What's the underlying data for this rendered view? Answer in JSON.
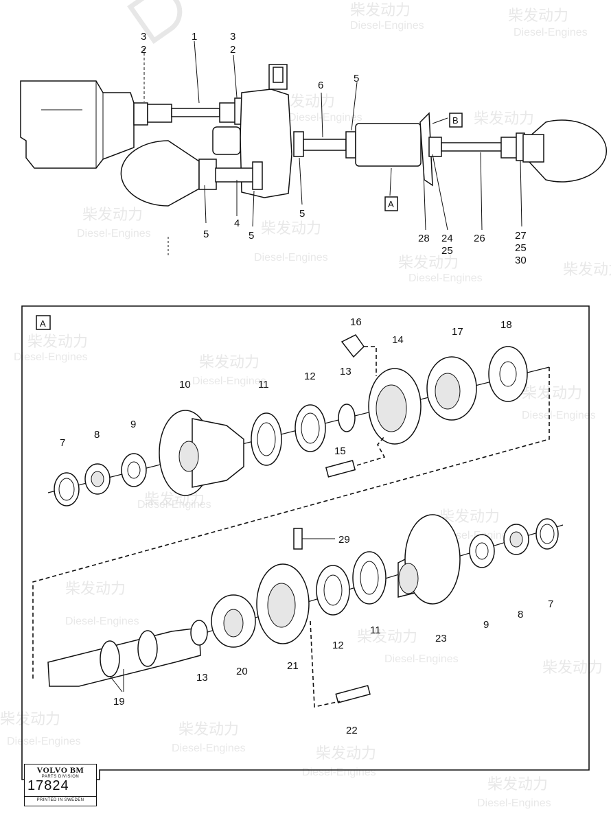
{
  "watermark": {
    "glyph_text": "柴发动力",
    "sub_text": "Diesel-Engines",
    "color": "#d6d6d6"
  },
  "box_labels": {
    "a": "A",
    "b": "B",
    "detail": "A"
  },
  "overview_callouts": [
    "3",
    "2",
    "1",
    "3",
    "2",
    "6",
    "5",
    "5",
    "5",
    "4",
    "5",
    "5",
    "28",
    "24",
    "25",
    "26",
    "27",
    "25",
    "30"
  ],
  "detail_callouts": [
    "7",
    "8",
    "9",
    "10",
    "11",
    "12",
    "13",
    "14",
    "15",
    "16",
    "17",
    "18",
    "29",
    "19",
    "13",
    "20",
    "21",
    "12",
    "11",
    "23",
    "9",
    "8",
    "7",
    "22"
  ],
  "logo": {
    "brand": "VOLVO BM",
    "division": "PARTS DIVISION",
    "number": "17824",
    "printed": "PRINTED IN SWEDEN"
  }
}
